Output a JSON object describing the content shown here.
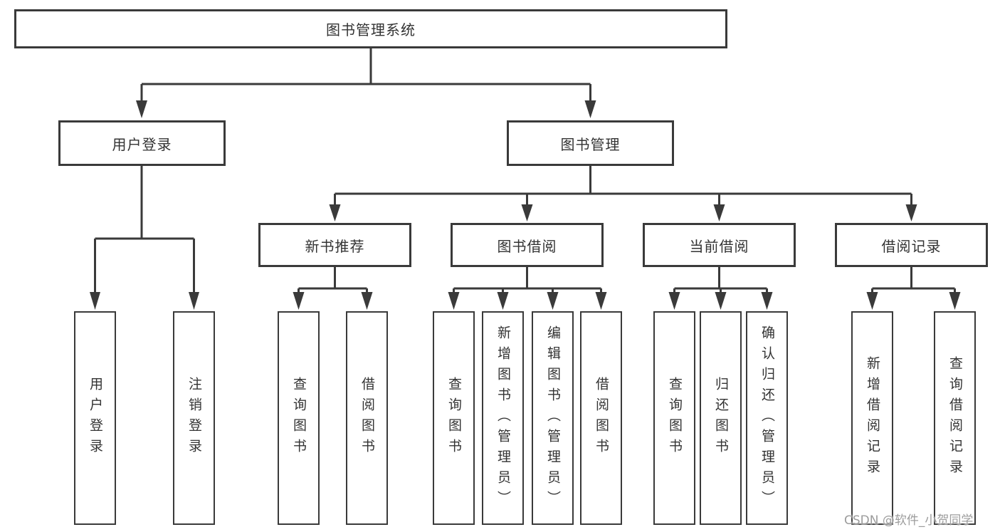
{
  "diagram": {
    "root": {
      "label": "图书管理系统"
    },
    "user_login": {
      "label": "用户登录",
      "children": [
        "用户登录",
        "注销登录"
      ]
    },
    "book_management": {
      "label": "图书管理",
      "new_book_recommend": {
        "label": "新书推荐",
        "children": [
          "查询图书",
          "借阅图书"
        ]
      },
      "book_borrow": {
        "label": "图书借阅",
        "children": [
          "查询图书",
          "新增图书（管理员）",
          "编辑图书（管理员）",
          "借阅图书"
        ]
      },
      "current_borrow": {
        "label": "当前借阅",
        "children": [
          "查询图书",
          "归还图书",
          "确认归还（管理员）"
        ]
      },
      "borrow_records": {
        "label": "借阅记录",
        "children": [
          "新增借阅记录",
          "查询借阅记录"
        ]
      }
    }
  },
  "watermark": {
    "text": "CSDN @软件_小贺同学"
  },
  "colors": {
    "line": "#3a3a3a",
    "text": "#333333",
    "canvas": "#ffffff",
    "watermark": "#9c9c9c"
  }
}
